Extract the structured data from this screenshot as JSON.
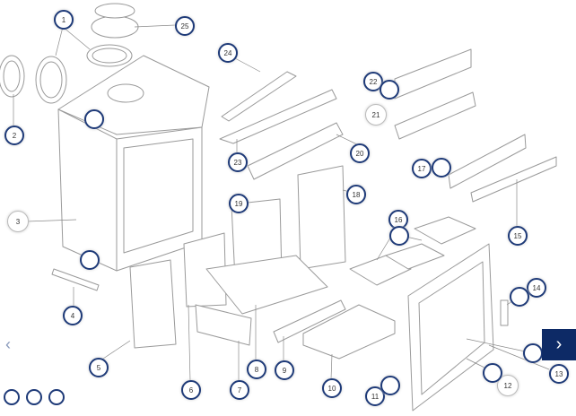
{
  "diagram": {
    "callouts": [
      "1",
      "25",
      "24",
      "2",
      "",
      "23",
      "22",
      "",
      "21",
      "20",
      "17",
      "",
      "18",
      "19",
      "16",
      "",
      "3",
      "15",
      "",
      "14",
      "",
      "4",
      "5",
      "6",
      "7",
      "8",
      "9",
      "10",
      "11",
      "",
      "12",
      "",
      "13",
      ""
    ]
  },
  "carousel": {
    "prev_icon": "chevron-left-icon",
    "next_icon": "chevron-right-icon",
    "prev_glyph": "‹",
    "next_glyph": "›",
    "dots": 3
  },
  "colors": {
    "accent": "#1e3a78",
    "nav": "#0d2a66"
  }
}
